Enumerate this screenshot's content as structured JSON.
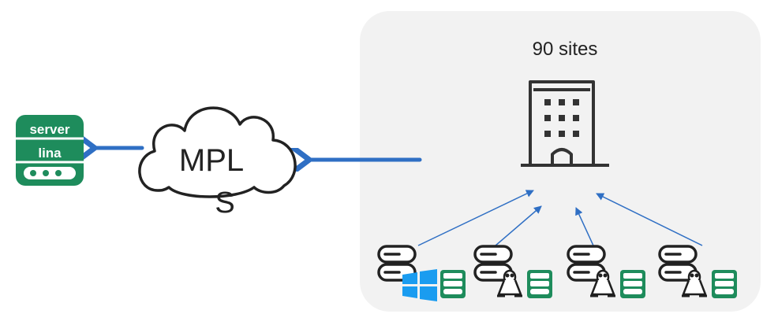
{
  "site_group": {
    "count_label": "90 sites",
    "panel_color": "#f2f2f2"
  },
  "cloud": {
    "label_line1": "MPL",
    "label_line2": "S"
  },
  "appliance_logo": {
    "line1": "server",
    "line2": "lina",
    "brand_color": "#1e8c5c"
  },
  "arrow_color": "#2f6fc4",
  "servers": [
    {
      "os_icon": "windows-icon",
      "os_color": "#1a9cf0"
    },
    {
      "os_icon": "linux-penguin-icon",
      "os_color": "#1f1f1f"
    },
    {
      "os_icon": "linux-penguin-icon",
      "os_color": "#1f1f1f"
    },
    {
      "os_icon": "linux-penguin-icon",
      "os_color": "#1f1f1f"
    }
  ]
}
